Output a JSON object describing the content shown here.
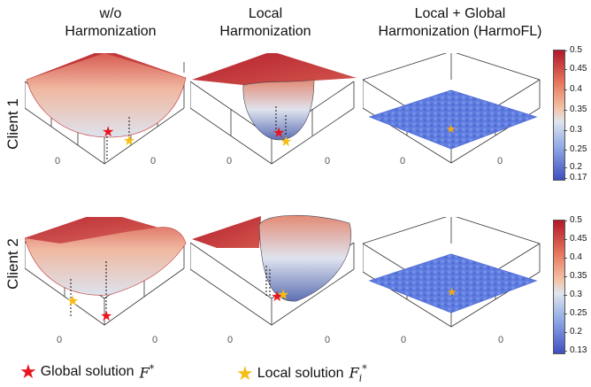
{
  "columns": [
    {
      "line1": "w/o",
      "line2": "Harmonization"
    },
    {
      "line1": "Local",
      "line2": "Harmonization"
    },
    {
      "line1": "Local + Global",
      "line2": "Harmonization (HarmoFL)"
    }
  ],
  "rows": [
    {
      "label": "Client 1"
    },
    {
      "label": "Client 2"
    }
  ],
  "axis_tick": "0",
  "colorbar_top": {
    "ticks": [
      "0.5",
      "0.45",
      "0.4",
      "0.35",
      "0.3",
      "0.25",
      "0.2",
      "0.17"
    ]
  },
  "colorbar_bottom": {
    "ticks": [
      "0.5",
      "0.45",
      "0.4",
      "0.35",
      "0.3",
      "0.25",
      "0.2",
      "0.13"
    ]
  },
  "legend": {
    "global": {
      "label": "Global solution",
      "symbol": "F",
      "sup": "*"
    },
    "local": {
      "label": "Local solution",
      "symbol": "F",
      "sub": "i",
      "sup": "*"
    }
  },
  "colors": {
    "global_star": "#e8141e",
    "local_star": "#f5bd15",
    "surface_high": "#b2182b",
    "surface_low": "#3f5fd0"
  }
}
